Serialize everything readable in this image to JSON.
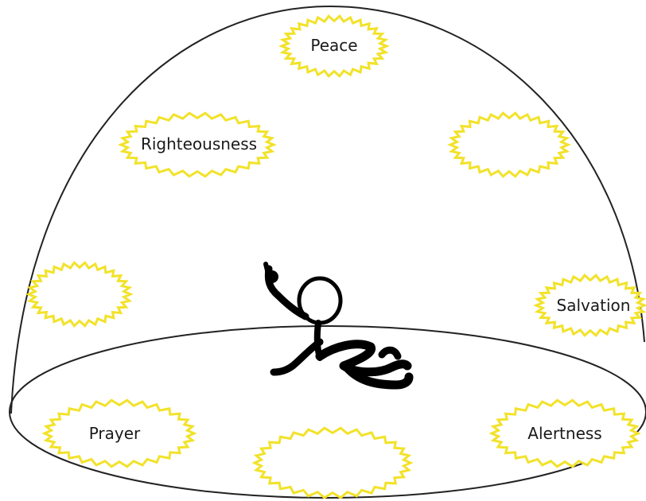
{
  "colors": {
    "outline": "#222222",
    "burst_fill": "#ffffff",
    "burst_stroke": "#f2e22a",
    "figure": "#000000"
  },
  "labels": {
    "peace": "Peace",
    "righteousness": "Righteousness",
    "salvation": "Salvation",
    "prayer": "Prayer",
    "alertness": "Alertness"
  }
}
